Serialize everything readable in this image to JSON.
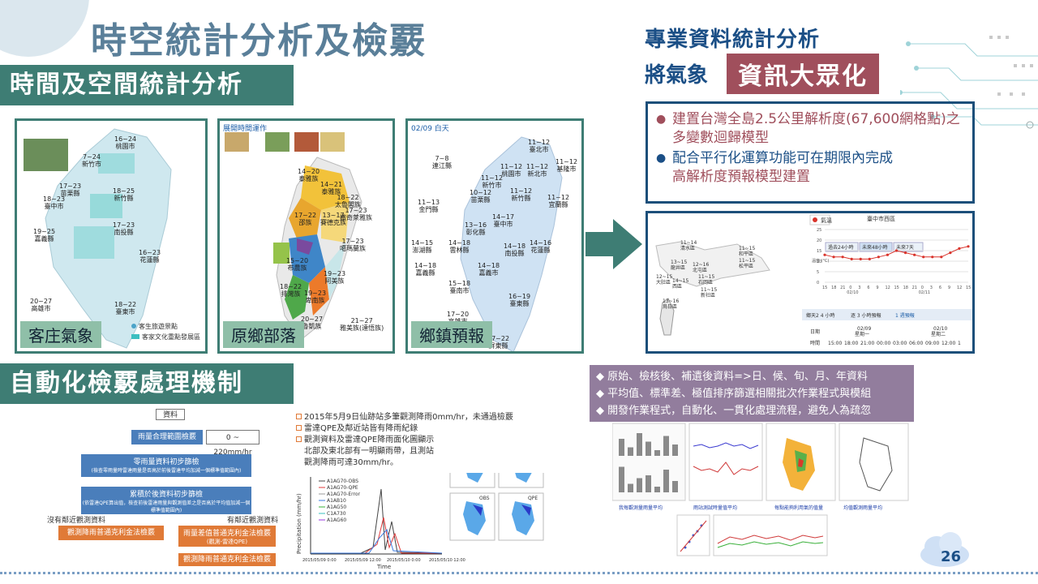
{
  "title": "時空統計分析及檢覈",
  "sections": {
    "time_space": "時間及空間統計分析",
    "auto_qc": "自動化檢覈處理機制"
  },
  "panels": {
    "hakka": {
      "label": "客庄氣象",
      "legend_point": "客生旅遊景點",
      "legend_area": "客家文化重點發展區",
      "temps": [
        {
          "t": "16~24",
          "n": "桃園市"
        },
        {
          "t": "7~24",
          "n": "新竹市"
        },
        {
          "t": "17~23",
          "n": "苗栗縣"
        },
        {
          "t": "18~25",
          "n": "新竹縣"
        },
        {
          "t": "18~23",
          "n": "臺中市"
        },
        {
          "t": "17~23",
          "n": "南投縣"
        },
        {
          "t": "19~25",
          "n": "嘉義縣"
        },
        {
          "t": "16~23",
          "n": "花蓮縣"
        },
        {
          "t": "20~27",
          "n": "高雄市"
        },
        {
          "t": "18~22",
          "n": "臺東市"
        }
      ]
    },
    "tribe": {
      "label": "原鄉部落",
      "header": "展開時間運作",
      "temps": [
        {
          "t": "14~20",
          "n": "泰雅族"
        },
        {
          "t": "14~21",
          "n": "泰雅族"
        },
        {
          "t": "18~22",
          "n": "太魯閣族"
        },
        {
          "t": "17~23",
          "n": "撒奇萊雅族"
        },
        {
          "t": "17~22",
          "n": "邵族"
        },
        {
          "t": "13~17",
          "n": "賽德克族"
        },
        {
          "t": "17~23",
          "n": "噶瑪蘭族"
        },
        {
          "t": "15~20",
          "n": "布農族"
        },
        {
          "t": "19~23",
          "n": "阿美族"
        },
        {
          "t": "18~22",
          "n": "排灣族"
        },
        {
          "t": "19~23",
          "n": "卑南族"
        },
        {
          "t": "20~27",
          "n": "魯凱族"
        },
        {
          "t": "21~27",
          "n": "雅美族(達悟族)"
        }
      ]
    },
    "town": {
      "label": "鄉鎮預報",
      "header": "02/09 白天",
      "temps": [
        {
          "t": "11~12",
          "n": "臺北市"
        },
        {
          "t": "7~8",
          "n": "連江縣"
        },
        {
          "t": "11~12",
          "n": "桃園市"
        },
        {
          "t": "11~12",
          "n": "新北市"
        },
        {
          "t": "11~12",
          "n": "基隆市"
        },
        {
          "t": "11~12",
          "n": "新竹市"
        },
        {
          "t": "10~12",
          "n": "苗栗縣"
        },
        {
          "t": "11~12",
          "n": "新竹縣"
        },
        {
          "t": "11~12",
          "n": "宜蘭縣"
        },
        {
          "t": "11~13",
          "n": "金門縣"
        },
        {
          "t": "13~16",
          "n": "彰化縣"
        },
        {
          "t": "14~17",
          "n": "臺中市"
        },
        {
          "t": "14~15",
          "n": "澎湖縣"
        },
        {
          "t": "14~18",
          "n": "雲林縣"
        },
        {
          "t": "14~18",
          "n": "南投縣"
        },
        {
          "t": "14~16",
          "n": "花蓮縣"
        },
        {
          "t": "14~18",
          "n": "嘉義縣"
        },
        {
          "t": "14~18",
          "n": "嘉義市"
        },
        {
          "t": "15~18",
          "n": "臺南市"
        },
        {
          "t": "16~19",
          "n": "臺東縣"
        },
        {
          "t": "17~20",
          "n": "高雄市"
        },
        {
          "t": "17~22",
          "n": "屏東縣"
        }
      ]
    }
  },
  "pro": {
    "title": "專業資料統計分析",
    "sub": "將氣象",
    "badge": "資訊大眾化"
  },
  "bullets": {
    "b1": "建置台灣全島2.5公里解析度(67,600網格點)之多變數迴歸模型",
    "b2_a": "配合平行化運算功能可在期限內完成",
    "b2_b": "高解析度預報模型建置"
  },
  "forecast": {
    "legend": "氣溫",
    "city": "臺中市西區",
    "tabs": [
      "過去24小時",
      "未來48小時",
      "未來7天"
    ],
    "rows_header": [
      "鄉天2 4 小時",
      "逐 3 小時預報",
      "1 週預報"
    ],
    "dates": [
      "02/09",
      "02/10"
    ],
    "weekdays": [
      "星期一",
      "星期二"
    ],
    "row_labels": [
      "日期",
      "時間"
    ],
    "times": [
      "15:00",
      "18:00",
      "21:00",
      "00:00",
      "03:00",
      "06:00",
      "09:00",
      "12:00",
      "1"
    ],
    "ylabel": "溫度 (°C)",
    "yticks": [
      "25",
      "20",
      "15",
      "10",
      "5",
      "0"
    ],
    "xticks": [
      "15",
      "18",
      "21",
      "0",
      "3",
      "6",
      "9",
      "12",
      "15",
      "18",
      "21",
      "0",
      "3",
      "6",
      "9",
      "12",
      "15"
    ],
    "xdates": [
      "02/10",
      "02/11"
    ],
    "temp_series": [
      13,
      12,
      12,
      11,
      11,
      11,
      12,
      13,
      15,
      14,
      13,
      12,
      12,
      12,
      14,
      16,
      17
    ],
    "map_labels": [
      {
        "t": "11~14",
        "n": "清水區"
      },
      {
        "t": "11~15",
        "n": "和平區"
      },
      {
        "t": "11~15",
        "n": "松平區"
      },
      {
        "t": "13~15",
        "n": "龍井區"
      },
      {
        "t": "12~16",
        "n": "北屯區"
      },
      {
        "t": "12~15",
        "n": "大肚區"
      },
      {
        "t": "14~15",
        "n": "西區"
      },
      {
        "t": "11~15",
        "n": "石岡區"
      },
      {
        "t": "11~15",
        "n": "新社區"
      },
      {
        "t": "13~16",
        "n": "烏日區"
      }
    ]
  },
  "info": {
    "lines": [
      "原始、檢核後、補遺後資料=>日、候、旬、月、年資料",
      "平均值、標準差、極值排序篩選相關批次作業程式與模組",
      "開發作業程式，自動化、一貫化處理流程，避免人為疏忽"
    ]
  },
  "flow": {
    "data": "資料",
    "range_check": "雨量合理範圍檢覈",
    "range_value": "0 ~ 220mm/hr",
    "zero_check": "零雨量資料初步篩檢",
    "zero_note": "(檢查零雨量時雷達雨量是否高於前後雷達平均加減一個標準值範圍內)",
    "accum_check": "累積於後資料初步篩檢",
    "accum_note": "(依雷達QPE算出值，檢查前後雷達雨量與觀測值差之是否高於平均值加減一個標準值範圍內)",
    "no_neighbor": "沒有鄰近觀測資料",
    "has_neighbor": "有鄰近觀測資料",
    "left_result": "觀測降雨普通克利金法檢覈",
    "right_result": "雨量差值普通克利金法檢覈",
    "right_note": "(觀測-雷達QPE)",
    "bottom_result": "觀測降雨普通克利金法檢覈"
  },
  "qpe": {
    "line1": "2015年5月9日仙跡站多筆觀測降雨0mm/hr，未通過檢覈",
    "line2": "雷達QPE及鄰近站皆有降雨紀錄",
    "line3": "觀測資料及雷達QPE降雨面化圖顯示",
    "line4": "北部及東北部有一明顯雨帶，且測站",
    "line5": "觀測降雨可達30mm/hr。",
    "ylabel": "Precipitation (mm/hr)",
    "xlabel": "Time",
    "legend": [
      "A1AG70-OBS",
      "A1AG70-QPE",
      "A1AG70-Error",
      "A1AB10",
      "A1AG50",
      "C1A730",
      "A1AG60"
    ],
    "xticks": [
      "2015/05/09 0:00",
      "2015/05/09 12:00",
      "2015/05/10 0:00",
      "2015/05/10 12:00"
    ],
    "map_titles": [
      "OBS",
      "QPE",
      "OBS",
      "QPE"
    ]
  },
  "stats_captions": [
    "我每觀測量雨量平均",
    "雨站測試時量值平均",
    "每點能夠利用氣的值量",
    "均值觀測雨量平均"
  ],
  "page_number": "26",
  "colors": {
    "teal": "#3e7d74",
    "title_blue": "#5a7f99",
    "navy": "#1b4f86",
    "maroon": "#a04f5c",
    "lavender": "#927d9d",
    "label_green": "#8fbfa8"
  }
}
